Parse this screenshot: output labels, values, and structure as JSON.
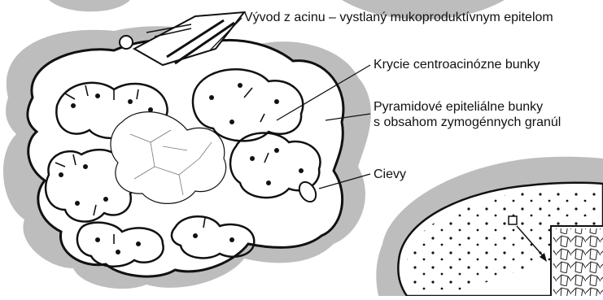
{
  "labels": {
    "duct": "Vývod z acinu – vystlaný mukoproduktívnym epitelom",
    "centroacinar": "Krycie centroacinózne bunky",
    "pyramidal_line1": "Pyramidové epiteliálne bunky",
    "pyramidal_line2": "s obsahom zymogénnych granúl",
    "vessels": "Cievy"
  },
  "colors": {
    "shadow": "#bdbdbd",
    "ink": "#111111",
    "paper": "#ffffff"
  }
}
